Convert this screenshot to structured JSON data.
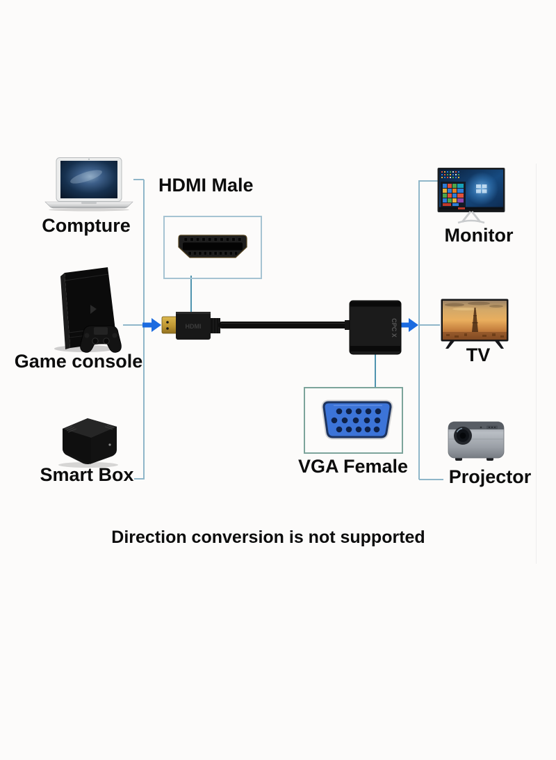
{
  "sources": [
    {
      "id": "computer",
      "label": "Compture"
    },
    {
      "id": "game-console",
      "label": "Game console"
    },
    {
      "id": "smart-box",
      "label": "Smart Box"
    }
  ],
  "displays": [
    {
      "id": "monitor",
      "label": "Monitor"
    },
    {
      "id": "tv",
      "label": "TV"
    },
    {
      "id": "projector",
      "label": "Projector"
    }
  ],
  "connectors": {
    "hdmi_label": "HDMI Male",
    "vga_label": "VGA Female"
  },
  "adapter": {
    "plug_text": "HDMI",
    "logo_text": "CPC X"
  },
  "footer": {
    "text": "Direction conversion is not supported"
  },
  "colors": {
    "arrow_blue": "#1b6be0",
    "bracket_line": "#8fb6c9",
    "connector_line": "#4f93ae",
    "hdmi_box_border": "#a5c3d2",
    "vga_box_border": "#7ca49b",
    "vga_connector_blue": "#3c74d8",
    "label_text": "#0c0c0c"
  }
}
